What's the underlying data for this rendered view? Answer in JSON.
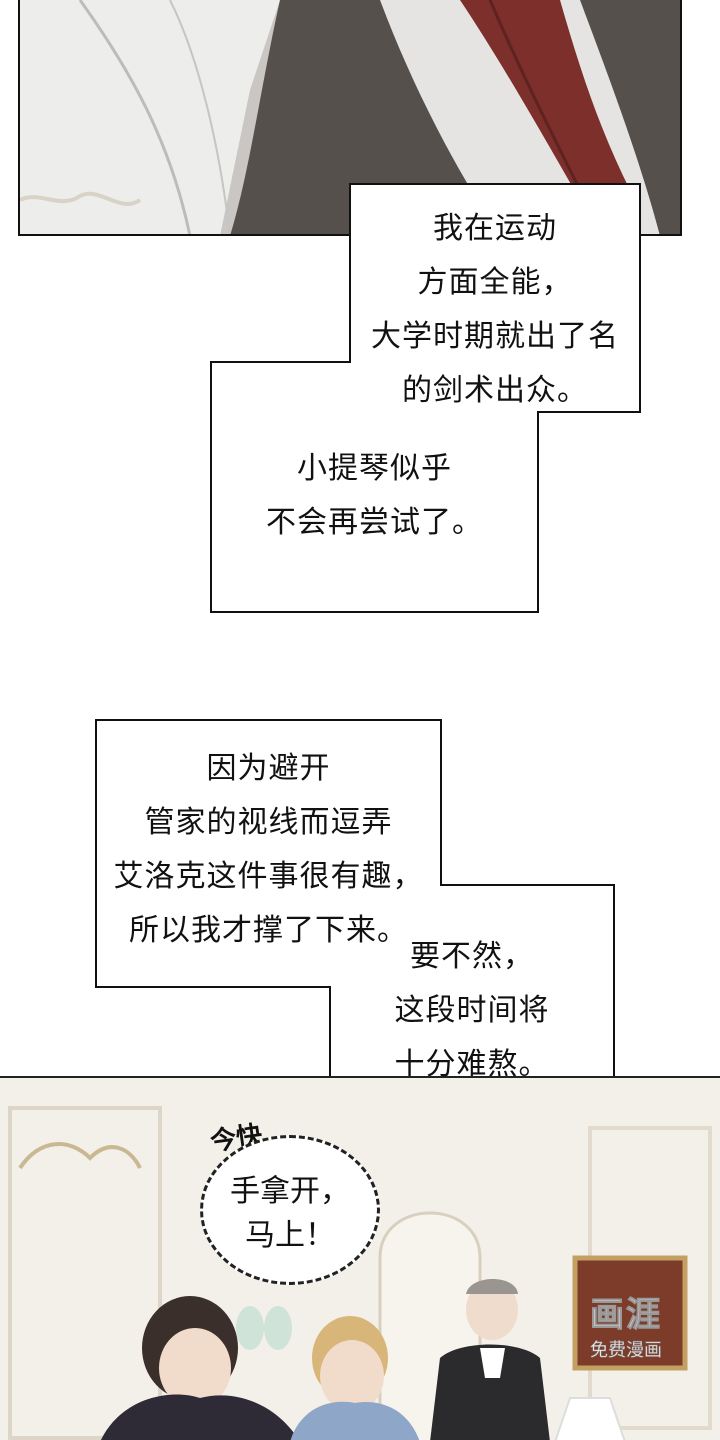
{
  "captions": {
    "box1": "我在运动\n方面全能，\n大学时期就出了名\n的剑术出众。",
    "box2": "小提琴似乎\n不会再尝试了。",
    "box3": "因为避开\n管家的视线而逗弄\n艾洛克这件事很有趣，\n所以我才撑了下来。",
    "box4": "要不然，\n这段时间将\n十分难熬。"
  },
  "speech": {
    "sfx": "今快",
    "line": "手拿开，\n马上！"
  },
  "watermark": {
    "logo": "画涯",
    "sub": "免费漫画"
  }
}
